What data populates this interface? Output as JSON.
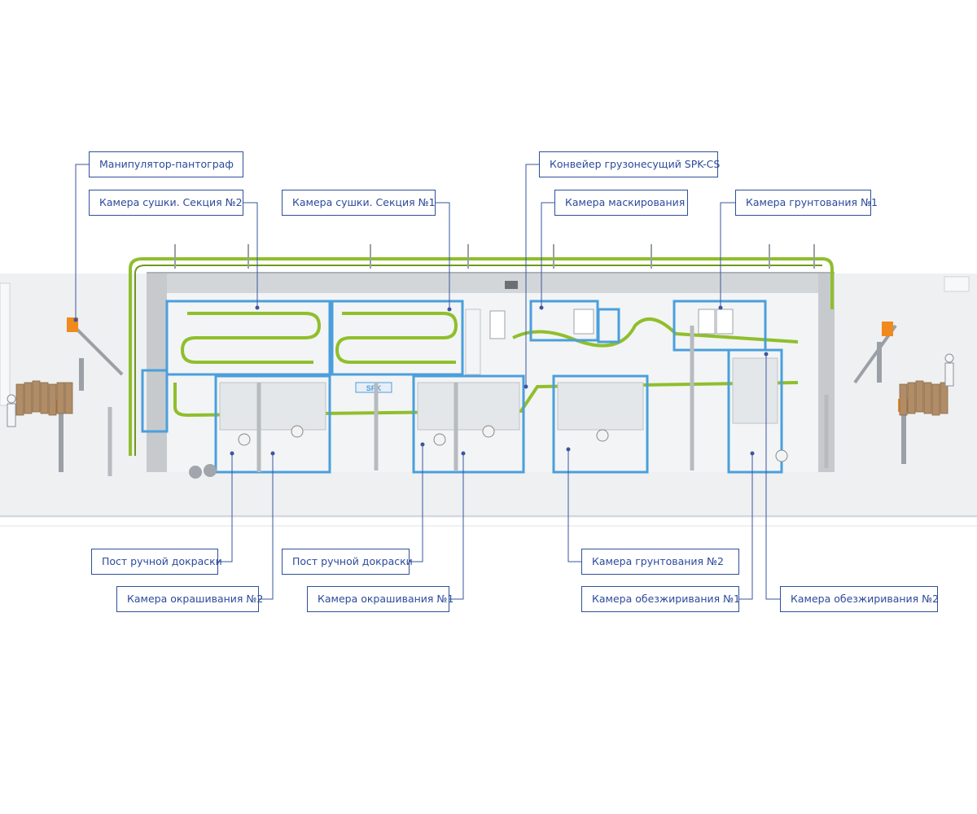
{
  "labels": [
    {
      "id": "manipulator",
      "text": "Манипулятор-пантограф"
    },
    {
      "id": "drying2",
      "text": "Камера сушки. Секция №2"
    },
    {
      "id": "drying1",
      "text": "Камера сушки. Секция №1"
    },
    {
      "id": "conveyor",
      "text": "Конвейер грузонесущий SPK-CS"
    },
    {
      "id": "masking",
      "text": "Камера маскирования"
    },
    {
      "id": "priming1",
      "text": "Камера грунтования №1"
    },
    {
      "id": "touchup-left",
      "text": "Пост ручной докраски"
    },
    {
      "id": "painting2",
      "text": "Камера окрашивания №2"
    },
    {
      "id": "touchup-center",
      "text": "Пост ручной докраски"
    },
    {
      "id": "painting1",
      "text": "Камера окрашивания №1"
    },
    {
      "id": "priming2",
      "text": "Камера грунтования №2"
    },
    {
      "id": "degreasing1",
      "text": "Камера обезжиривания №1"
    },
    {
      "id": "degreasing2",
      "text": "Камера обезжиривания №2"
    }
  ],
  "brand_mark": "SPK",
  "colors": {
    "callout_text": "#2b4a9c",
    "callout_border": "#2f4f9a",
    "leader_line": "#3a56a0",
    "booth_frame": "#4a9fdc",
    "conveyor_rail": "#8fbf2c",
    "wall": "#c7cacd",
    "floor": "#eef0f2",
    "robot_accent": "#f08a1c",
    "pallet": "#b08d66"
  }
}
